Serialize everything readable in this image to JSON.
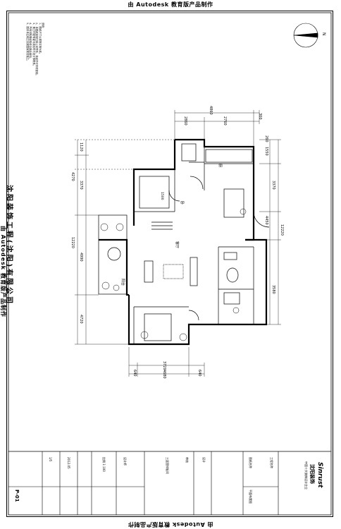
{
  "watermark_top": "由 Autodesk 教育版产品制作",
  "watermark_bottom": "由 Autodesk 教育版产品制作",
  "company_name": "沈阳装饰工程(沈阳)有限公司",
  "company_watermark": "由 Autodesk 教育版产品制作",
  "notes": {
    "heading": "说明：",
    "lines": [
      "1、图纸尺寸以现场实测为准。",
      "2、本图纸版权归本公司所有，未经许可不得复制。",
      "3、施工时如有疑问请及时与设计师联系。",
      "4、所有材料需经验收合格后使用。",
      "5、图中未注明之处按国家规范施工。"
    ]
  },
  "compass_label": "N",
  "dims": {
    "top_total": "4860",
    "top_left": "2860",
    "top_mid": "2760",
    "top_right": "300",
    "bottom_mid": "3720",
    "bottom_total": "4680",
    "bottom_left": "640",
    "bottom_right": "640",
    "left_1": "1120",
    "left_2": "3370",
    "left_3": "4270",
    "left_4": "4990",
    "left_5": "4720",
    "left_total": "12220",
    "right_1": "1550",
    "right_2": "3370",
    "right_3": "4450",
    "right_4": "3580",
    "right_total": "12220",
    "right_top": "260",
    "bedroom_width": "1500"
  },
  "rooms": {
    "living": "客厅",
    "balcony": "阳台",
    "kitchen": "厨",
    "bedroom": "卧"
  },
  "title_block": {
    "logo": "Sinrust",
    "brand": "沈阳装饰",
    "tagline": "中国十大装饰设计企业",
    "scale": "比例 1:100",
    "drawing_name": "平面布置图",
    "drawing_no": "P-01",
    "project": "三居室样板间",
    "designer": "设计师",
    "date": "2012.05",
    "sheet": "1/5",
    "col_a": "工程名称",
    "col_b": "图纸名称",
    "col_c": "设计",
    "col_d": "审核"
  }
}
